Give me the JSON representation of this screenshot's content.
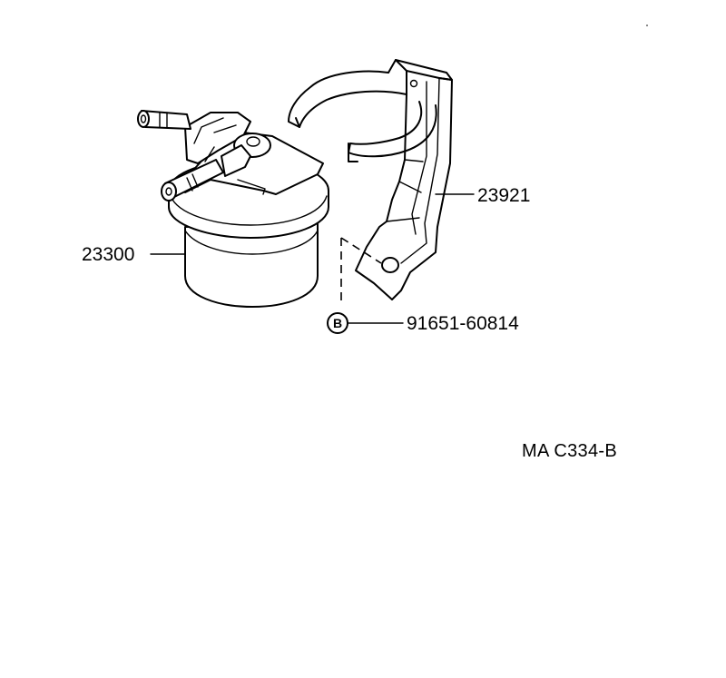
{
  "labels": {
    "filter_part": "23300",
    "bracket_part": "23921",
    "bolt_part": "91651-60814",
    "bolt_letter": "B",
    "diagram_ref": "MA C334-B"
  }
}
